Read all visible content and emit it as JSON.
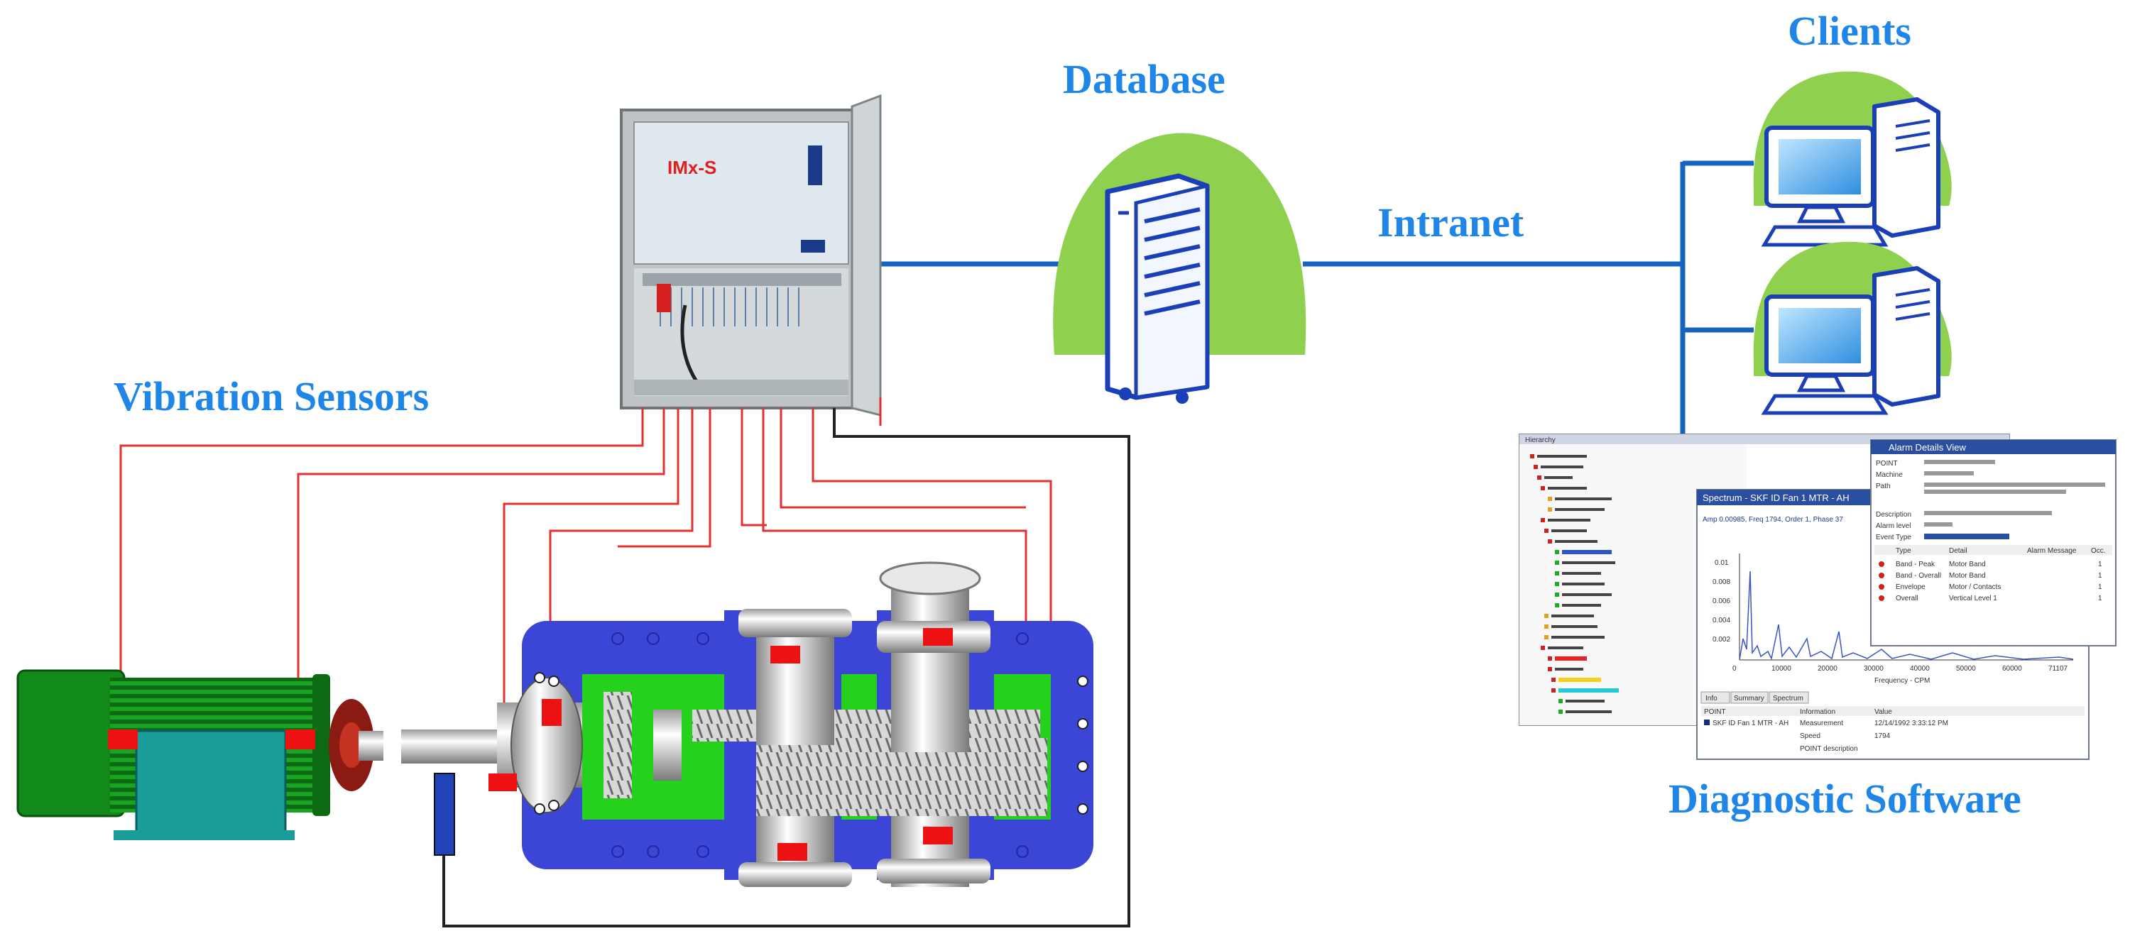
{
  "labels": {
    "database": "Database",
    "clients": "Clients",
    "intranet": "Intranet",
    "vibration_sensors": "Vibration Sensors",
    "diagnostic_software": "Diagnostic Software"
  },
  "cabinet": {
    "brand": "IMx-S"
  },
  "software": {
    "tree_title": "Hierarchy",
    "spectrum_title": "Spectrum - SKF ID Fan 1 MTR - AH",
    "spectrum_header": "Amp 0.00985, Freq 1794, Order 1, Phase 37",
    "spectrum_xlabel": "Frequency - CPM",
    "alarm_title": "Alarm Details View",
    "tabs": [
      "Info",
      "Summary",
      "Spectrum"
    ],
    "info_columns": [
      "POINT",
      "Information",
      "Value"
    ],
    "info_rows": [
      [
        "SKF ID Fan 1 MTR - AH",
        "Measurement",
        "12/14/1992 3:33:12 PM"
      ],
      [
        "",
        "Speed",
        "1794"
      ],
      [
        "",
        "POINT description",
        ""
      ]
    ],
    "alarm_fields": [
      "POINT",
      "Machine",
      "Path",
      "Description",
      "Alarm level",
      "Event Type"
    ],
    "alarm_columns": [
      "Type",
      "Detail",
      "Alarm Message",
      "Occ."
    ],
    "alarm_rows": [
      [
        "Band - Peak",
        "Motor Band",
        "1"
      ],
      [
        "Band - Overall",
        "Motor Band",
        "1"
      ],
      [
        "Envelope",
        "Motor / Contacts",
        "1"
      ],
      [
        "Overall",
        "Vertical Level 1",
        "1"
      ]
    ],
    "x_ticks": [
      "0",
      "10000",
      "20000",
      "30000",
      "40000",
      "50000",
      "60000",
      "71107"
    ],
    "y_ticks": [
      "0.01",
      "0.008",
      "0.006",
      "0.004",
      "0.002"
    ]
  },
  "colors": {
    "accent": "#1f86e8",
    "network_line": "#1565c0",
    "green_blob": "#8fd14f",
    "sensor": "#ee1111",
    "gearbox_body": "#3b46d6",
    "gearbox_inner": "#25d11d",
    "motor": "#128a19"
  },
  "icons": {
    "cabinet": "control-cabinet-icon",
    "database": "database-server-icon",
    "client": "desktop-computer-icon",
    "motor": "electric-motor-icon",
    "gearbox": "gearbox-icon"
  }
}
